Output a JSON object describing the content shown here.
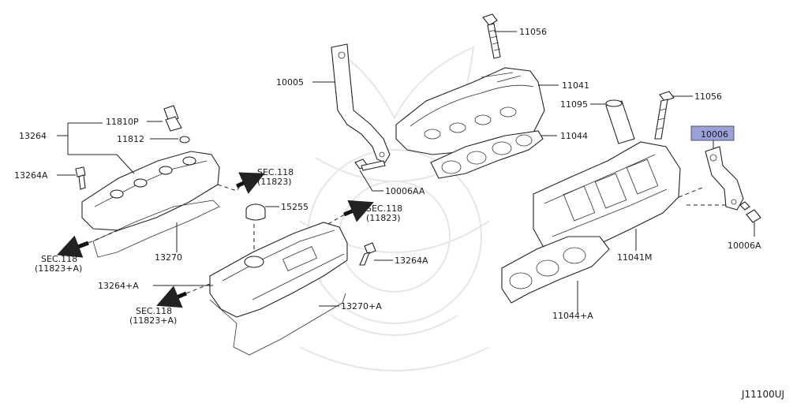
{
  "diagram_code": "J11100UJ",
  "highlight_color": "#9aa0d8",
  "labels": {
    "p11056_top": "11056",
    "p10005": "10005",
    "p11041": "11041",
    "p11095": "11095",
    "p11056_right": "11056",
    "p11044": "11044",
    "p10006": "10006",
    "p11810p": "11810P",
    "p13264": "13264",
    "p11812": "11812",
    "p13264a_left": "13264A",
    "p10006aa": "10006AA",
    "p15255": "15255",
    "p13270": "13270",
    "p13264a_mid": "13264A",
    "p13264plusa": "13264+A",
    "p13270plusa": "13270+A",
    "p11041m": "11041M",
    "p11044plusa": "11044+A",
    "p10006a": "10006A"
  },
  "section_refs": [
    {
      "line1": "SEC.118",
      "line2": "(11823)"
    },
    {
      "line1": "SEC.118",
      "line2": "(11823)"
    },
    {
      "line1": "SEC.118",
      "line2": "(11823+A)"
    },
    {
      "line1": "SEC.118",
      "line2": "(11823+A)"
    }
  ]
}
